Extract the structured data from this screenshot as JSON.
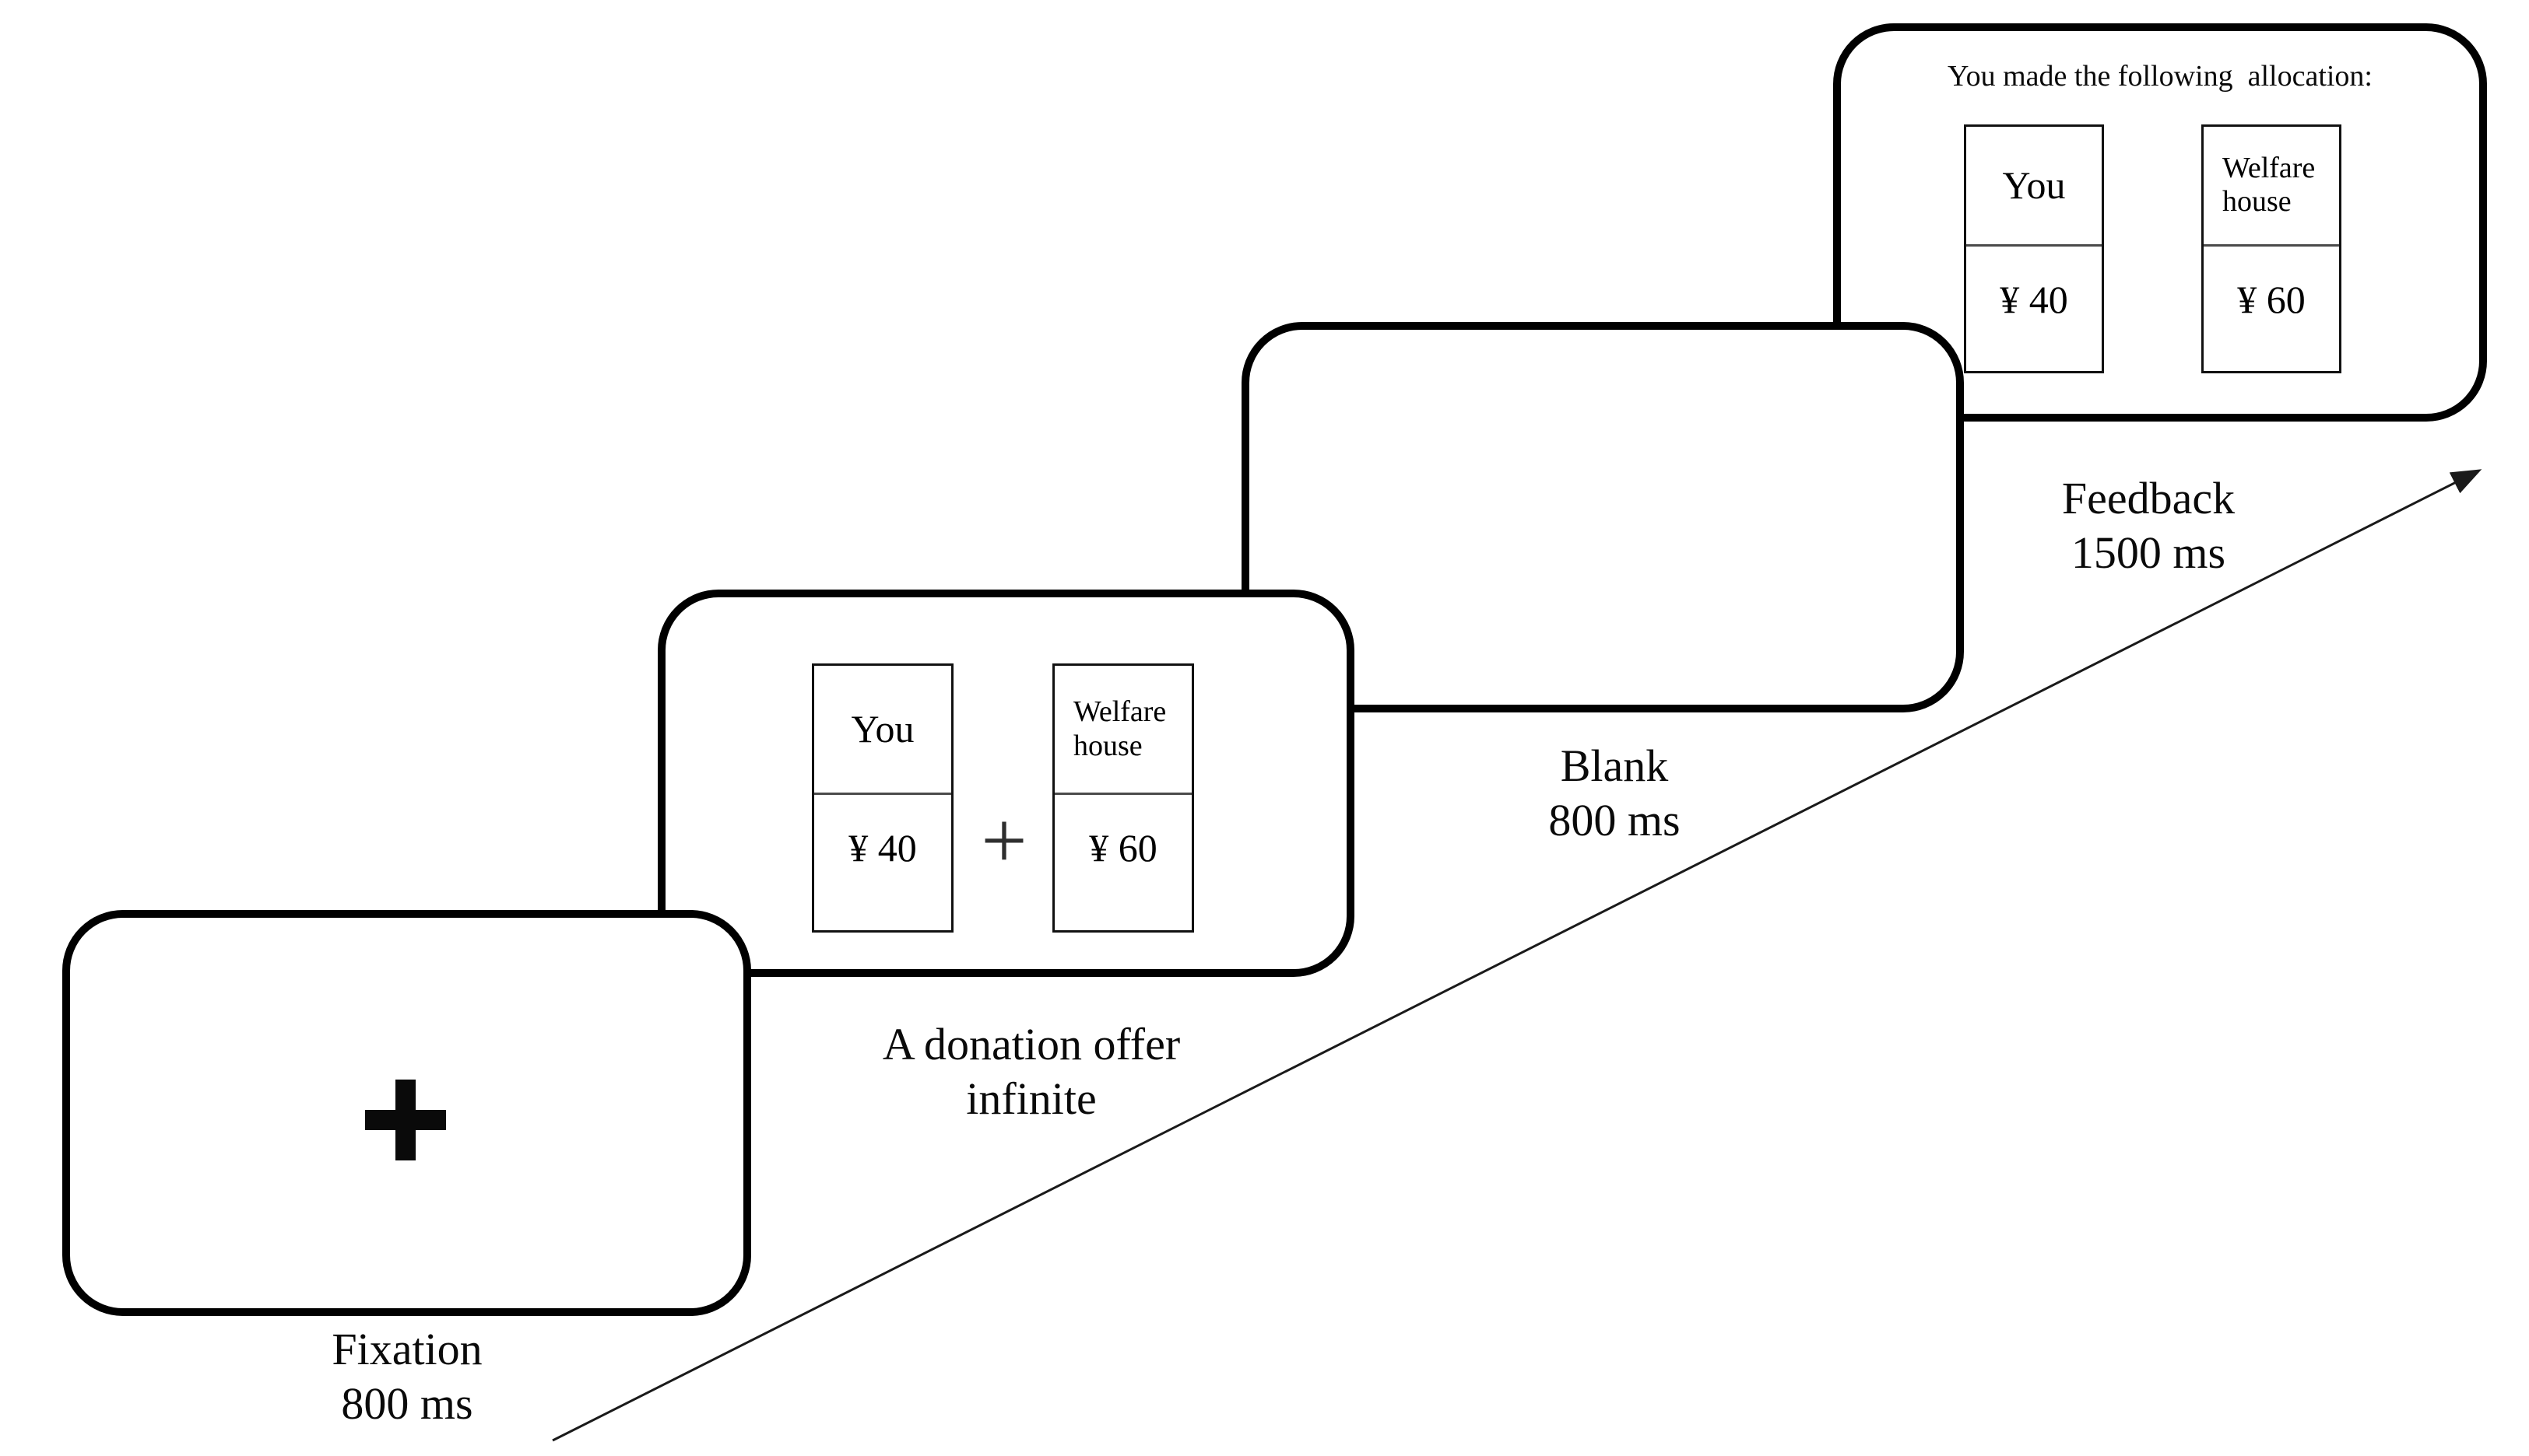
{
  "figure": {
    "colors": {
      "paper": "#ffffff",
      "ink": "#000000",
      "box_divider": "#4a4a4a",
      "plus": "#2e2e2e",
      "arrow": "#1a1a1a"
    },
    "screens": {
      "fixation": {
        "cross_symbol": "+",
        "caption_line1": "Fixation",
        "caption_line2": "800 ms"
      },
      "offer": {
        "plus_separator": "+",
        "caption_line1": "A donation offer",
        "caption_line2": "infinite",
        "boxes": [
          {
            "label": "You",
            "amount": "¥ 40"
          },
          {
            "label": "Welfare house",
            "amount": "¥ 60"
          }
        ]
      },
      "blank": {
        "caption_line1": "Blank",
        "caption_line2": "800 ms"
      },
      "feedback": {
        "header": "You made the following  allocation:",
        "caption_line1": "Feedback",
        "caption_line2": "1500 ms",
        "boxes": [
          {
            "label": "You",
            "amount": "¥ 40"
          },
          {
            "label": "Welfare house",
            "amount": "¥ 60"
          }
        ]
      }
    }
  }
}
